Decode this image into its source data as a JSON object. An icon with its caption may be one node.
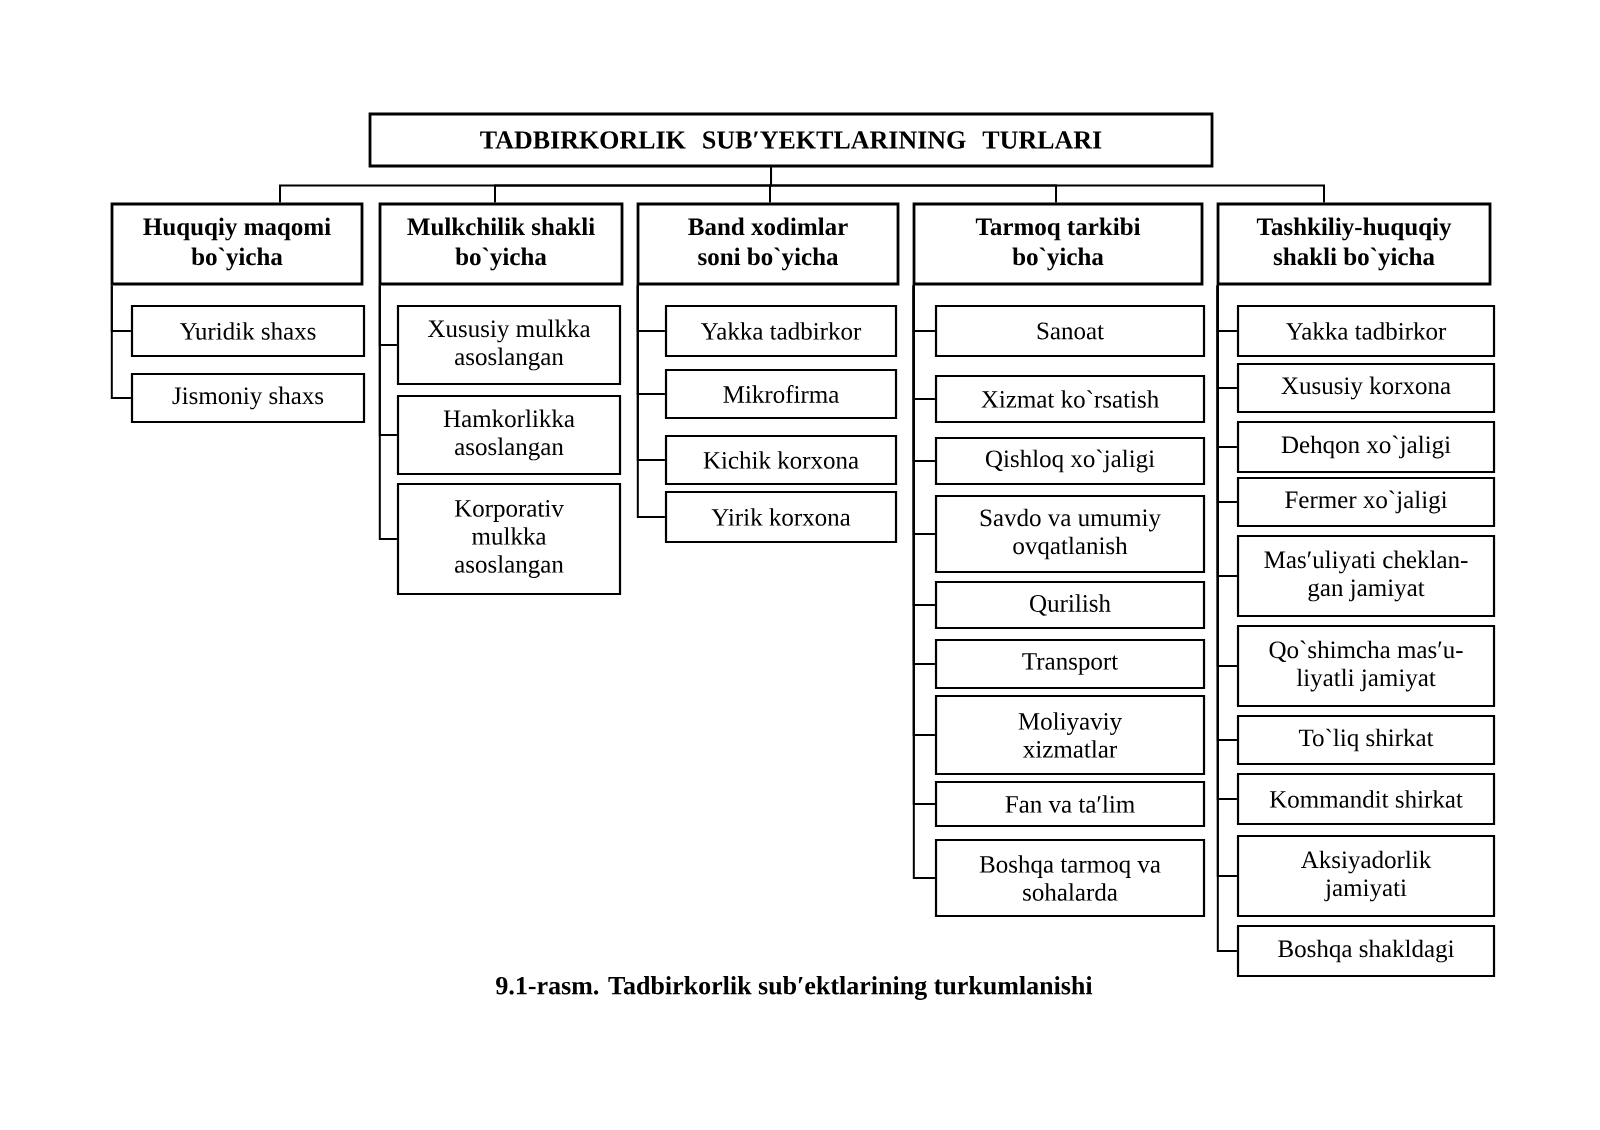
{
  "diagram": {
    "caption": "9.1-rasm. Tadbirkorlik sub′ektlarining turkumlanishi",
    "nodes": [
      {
        "text": [
          "TADBIRKORLIK SUB′YEKTLARINING TURLARI"
        ]
      },
      {
        "text": [
          "Huquqiy maqomi bo`yicha"
        ]
      },
      {
        "text": [
          "Mulkchilik shakli bo`yicha"
        ]
      },
      {
        "text": [
          "Band xodimlar soni bo`yicha"
        ]
      },
      {
        "text": [
          "Tarmoq tarkibi bo`yicha"
        ]
      },
      {
        "text": [
          "Tashkiliy-huquqiy shakli bo`yicha"
        ]
      },
      {
        "text": [
          "Yuridik shaxs"
        ]
      },
      {
        "text": [
          "Jismoniy shaxs"
        ]
      },
      {
        "text": [
          "Xususiy mulkka asoslangan"
        ]
      },
      {
        "text": [
          "Hamkorlikka asoslangan"
        ]
      },
      {
        "text": [
          "Korporativ mulkka asoslangan"
        ]
      },
      {
        "text": [
          "Yakka tadbirkor"
        ]
      },
      {
        "text": [
          "Mikrofirma"
        ]
      },
      {
        "text": [
          "Kichik korxona"
        ]
      },
      {
        "text": [
          "Yirik korxona"
        ]
      },
      {
        "text": [
          "Sanoat"
        ]
      },
      {
        "text": [
          "Xizmat ko`rsatish"
        ]
      },
      {
        "text": [
          "Qishloq xo`jaligi"
        ]
      },
      {
        "text": [
          "Savdo va umumiy ovqatlanish"
        ]
      },
      {
        "text": [
          "Qurilish"
        ]
      },
      {
        "text": [
          "Transport"
        ]
      },
      {
        "text": [
          "Moliyaviy xizmatlar"
        ]
      },
      {
        "text": [
          "Fan va ta′lim"
        ]
      },
      {
        "text": [
          "Boshqa tarmoq va sohalarda"
        ]
      },
      {
        "text": [
          "Yakka tadbirkor"
        ]
      },
      {
        "text": [
          "Xususiy korxona"
        ]
      },
      {
        "text": [
          "Dehqon xo`jaligi"
        ]
      },
      {
        "text": [
          "Fermer xo`jaligi"
        ]
      },
      {
        "text": [
          "Mas′uliyati cheklan- gan jamiyat"
        ]
      },
      {
        "text": [
          "Qo`shimcha mas′u- liyatli jamiyat"
        ]
      },
      {
        "text": [
          "To`liq shirkat"
        ]
      },
      {
        "text": [
          "Kommandit shirkat"
        ]
      },
      {
        "text": [
          "Aksiyadorlik jamiyati"
        ]
      },
      {
        "text": [
          "Boshqa shakldagi"
        ]
      }
    ],
    "edges": [
      {
        "from": 0,
        "to": 1,
        "arrow": "none"
      },
      {
        "from": 0,
        "to": 2,
        "arrow": "none"
      },
      {
        "from": 0,
        "to": 3,
        "arrow": "none"
      },
      {
        "from": 0,
        "to": 4,
        "arrow": "none"
      },
      {
        "from": 0,
        "to": 5,
        "arrow": "none"
      },
      {
        "from": 1,
        "to": 6,
        "arrow": "none"
      },
      {
        "from": 1,
        "to": 7,
        "arrow": "none"
      },
      {
        "from": 2,
        "to": 8,
        "arrow": "none"
      },
      {
        "from": 2,
        "to": 9,
        "arrow": "none"
      },
      {
        "from": 2,
        "to": 10,
        "arrow": "none"
      },
      {
        "from": 3,
        "to": 11,
        "arrow": "none"
      },
      {
        "from": 3,
        "to": 12,
        "arrow": "none"
      },
      {
        "from": 3,
        "to": 13,
        "arrow": "none"
      },
      {
        "from": 3,
        "to": 14,
        "arrow": "none"
      },
      {
        "from": 4,
        "to": 15,
        "arrow": "none"
      },
      {
        "from": 4,
        "to": 16,
        "arrow": "none"
      },
      {
        "from": 4,
        "to": 17,
        "arrow": "none"
      },
      {
        "from": 4,
        "to": 18,
        "arrow": "none"
      },
      {
        "from": 4,
        "to": 19,
        "arrow": "none"
      },
      {
        "from": 4,
        "to": 20,
        "arrow": "none"
      },
      {
        "from": 4,
        "to": 21,
        "arrow": "none"
      },
      {
        "from": 4,
        "to": 22,
        "arrow": "none"
      },
      {
        "from": 4,
        "to": 23,
        "arrow": "none"
      },
      {
        "from": 5,
        "to": 24,
        "arrow": "none"
      },
      {
        "from": 5,
        "to": 25,
        "arrow": "none"
      },
      {
        "from": 5,
        "to": 26,
        "arrow": "none"
      },
      {
        "from": 5,
        "to": 27,
        "arrow": "none"
      },
      {
        "from": 5,
        "to": 28,
        "arrow": "none"
      },
      {
        "from": 5,
        "to": 29,
        "arrow": "none"
      },
      {
        "from": 5,
        "to": 30,
        "arrow": "none"
      },
      {
        "from": 5,
        "to": 31,
        "arrow": "none"
      },
      {
        "from": 5,
        "to": 32,
        "arrow": "none"
      },
      {
        "from": 5,
        "to": 33,
        "arrow": "none"
      }
    ]
  }
}
